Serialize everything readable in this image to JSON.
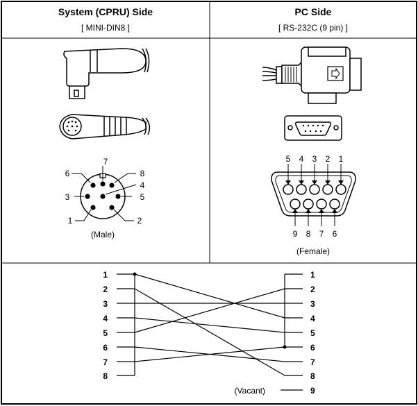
{
  "left_header": {
    "title": "System (CPRU) Side",
    "subtitle": "[ MINI-DIN8 ]"
  },
  "right_header": {
    "title": "PC Side",
    "subtitle": "[ RS-232C (9 pin) ]"
  },
  "mini_din": {
    "pin_labels": [
      "1",
      "2",
      "3",
      "4",
      "5",
      "6",
      "7",
      "8"
    ],
    "gender": "(Male)"
  },
  "db9": {
    "top_pins": [
      "5",
      "4",
      "3",
      "2",
      "1"
    ],
    "bottom_pins": [
      "9",
      "8",
      "7",
      "6"
    ],
    "gender": "(Female)"
  },
  "wiring": {
    "left_pins": [
      "1",
      "2",
      "3",
      "4",
      "5",
      "6",
      "7",
      "8"
    ],
    "right_pins": [
      "1",
      "2",
      "3",
      "4",
      "5",
      "6",
      "7",
      "8",
      "9"
    ],
    "vacant_label": "(Vacant)",
    "connections": [
      [
        2,
        8
      ],
      [
        3,
        3
      ],
      [
        4,
        5
      ],
      [
        5,
        2
      ],
      [
        6,
        7
      ],
      [
        7,
        6
      ],
      [
        1,
        4
      ]
    ]
  }
}
